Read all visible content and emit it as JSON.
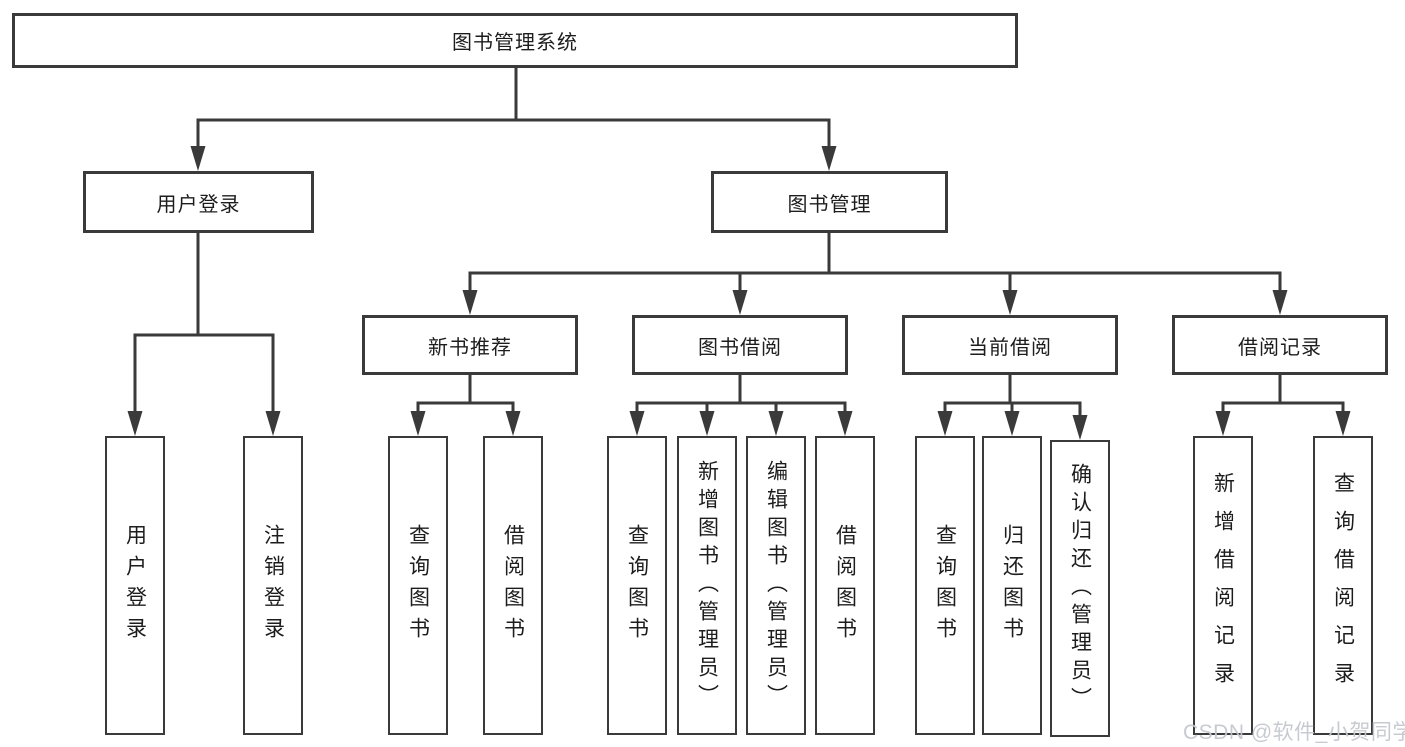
{
  "watermark": "CSDN @软件_小贺同学",
  "colors": {
    "line": "#3a3a3a",
    "text": "#1d1d1d",
    "watermark": "#c4c8cf",
    "background": "#ffffff"
  },
  "tree": {
    "root": {
      "label": "图书管理系统"
    },
    "level2": [
      {
        "label": "用户登录",
        "children": [
          {
            "label": "用户登录"
          },
          {
            "label": "注销登录"
          }
        ]
      },
      {
        "label": "图书管理",
        "sections": [
          {
            "label": "新书推荐",
            "children": [
              {
                "label": "查询图书"
              },
              {
                "label": "借阅图书"
              }
            ]
          },
          {
            "label": "图书借阅",
            "children": [
              {
                "label": "查询图书"
              },
              {
                "label": "新增图书（管理员）"
              },
              {
                "label": "编辑图书（管理员）"
              },
              {
                "label": "借阅图书"
              }
            ]
          },
          {
            "label": "当前借阅",
            "children": [
              {
                "label": "查询图书"
              },
              {
                "label": "归还图书"
              },
              {
                "label": "确认归还（管理员）"
              }
            ]
          },
          {
            "label": "借阅记录",
            "children": [
              {
                "label": "新增借阅记录"
              },
              {
                "label": "查询借阅记录"
              }
            ]
          }
        ]
      }
    ]
  }
}
